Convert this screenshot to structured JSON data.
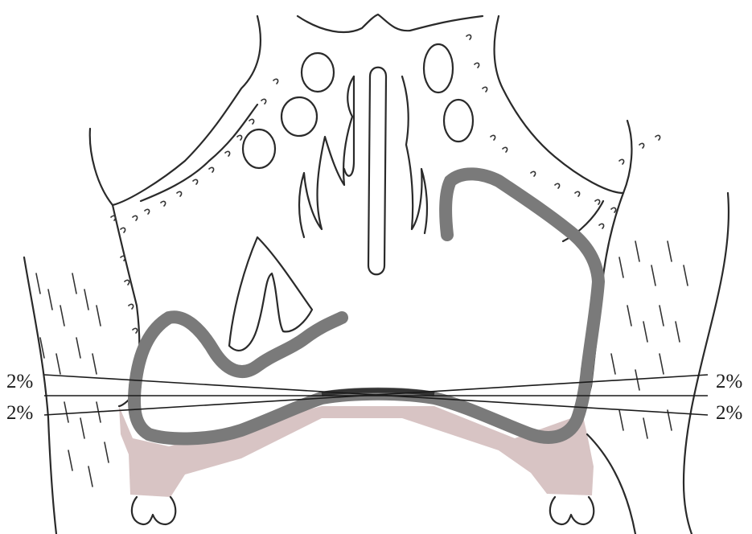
{
  "labels": {
    "left_upper": "2%",
    "left_lower": "2%",
    "right_upper": "2%",
    "right_lower": "2%"
  },
  "colors": {
    "ink": "#2a2a2a",
    "gray_band": "#7a7a7a",
    "pink_fill": "#d8c4c4",
    "background": "#ffffff"
  }
}
